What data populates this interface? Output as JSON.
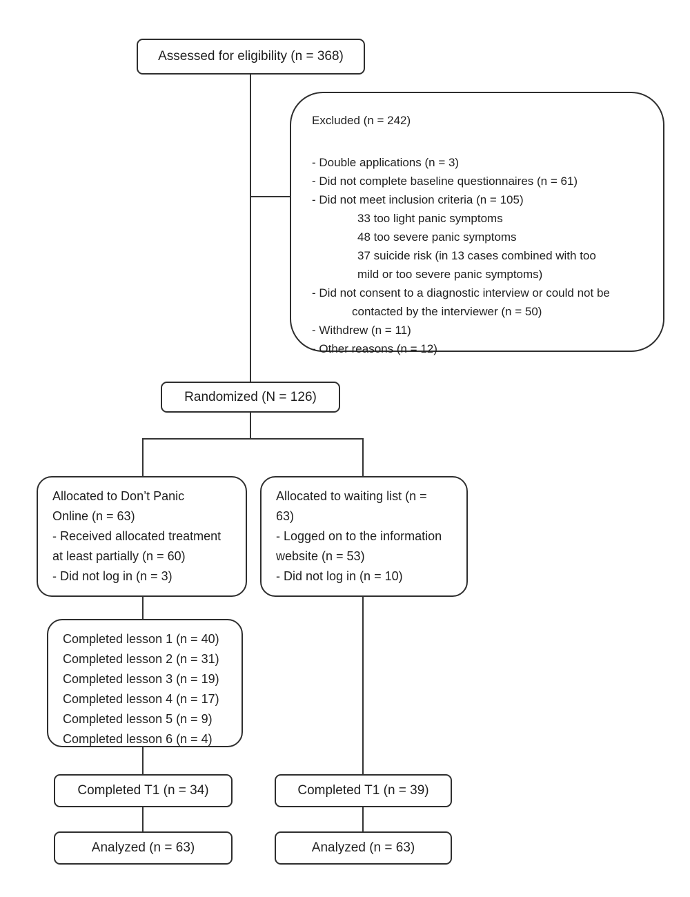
{
  "nodes": {
    "assessed": {
      "label": "Assessed for eligibility (n = 368)"
    },
    "excluded": {
      "title": "Excluded (n = 242)",
      "items": [
        "- Double applications (n = 3)",
        "- Did not complete baseline questionnaires (n = 61)",
        "- Did not meet inclusion criteria (n = 105)",
        "33 too light panic symptoms",
        "48 too severe panic symptoms",
        "37 suicide risk (in 13 cases combined with too",
        "mild or too severe panic symptoms)",
        "- Did not consent to a diagnostic interview or could not be",
        "contacted by the interviewer (n = 50)",
        "- Withdrew (n = 11)",
        "- Other reasons (n = 12)"
      ]
    },
    "randomized": {
      "label": "Randomized (N = 126)"
    },
    "alloc_left": {
      "items": [
        "Allocated to Don’t Panic",
        "Online (n = 63)",
        "- Received allocated treatment",
        "at least partially (n = 60)",
        "- Did not log in (n = 3)"
      ]
    },
    "alloc_right": {
      "items": [
        "Allocated to waiting list (n =",
        "63)",
        "- Logged on to the information",
        "website (n = 53)",
        "- Did not log in (n = 10)"
      ]
    },
    "lessons": {
      "items": [
        "Completed lesson 1 (n = 40)",
        "Completed lesson 2 (n = 31)",
        "Completed lesson 3 (n = 19)",
        "Completed lesson 4 (n = 17)",
        "Completed lesson 5 (n = 9)",
        "Completed lesson 6 (n = 4)"
      ]
    },
    "t1_left": {
      "label": "Completed T1 (n = 34)"
    },
    "t1_right": {
      "label": "Completed T1 (n = 39)"
    },
    "analyzed_left": {
      "label": "Analyzed (n = 63)"
    },
    "analyzed_right": {
      "label": "Analyzed (n = 63)"
    }
  },
  "colors": {
    "border": "#2e2e2e",
    "text": "#1f1f1f",
    "background": "#ffffff"
  }
}
